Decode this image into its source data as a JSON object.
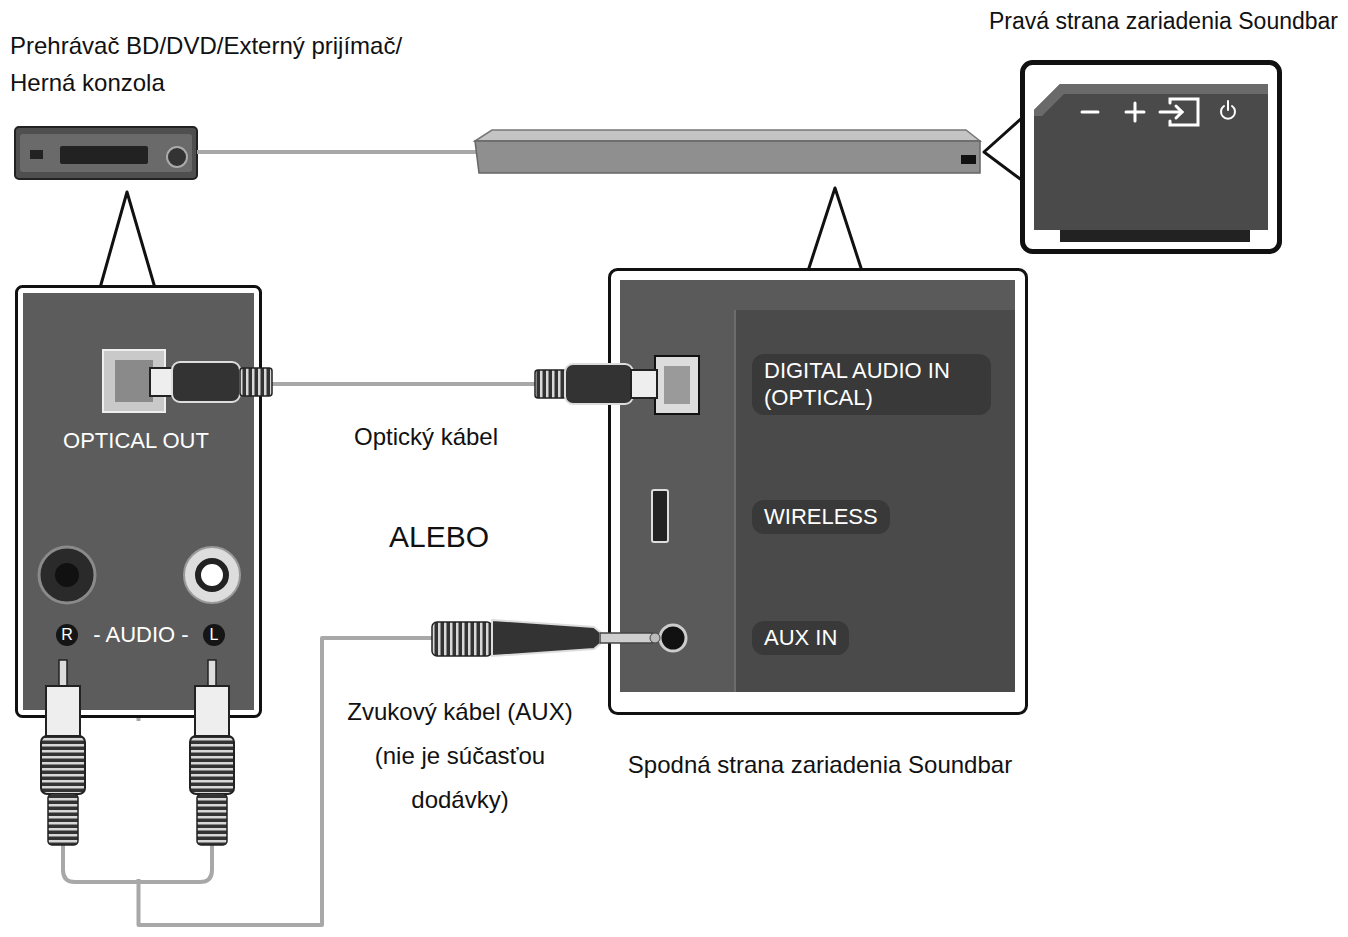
{
  "diagram": {
    "nodes": [
      {
        "text": [
          "OPTICAL OUT",
          "R",
          "- AUDIO -",
          "L"
        ]
      },
      {
        "text": [
          "Spodná strana zariadenia Soundbar"
        ]
      },
      {
        "text": [
          "DIGITAL AUDIO IN (OPTICAL)"
        ],
        "in": 1
      },
      {
        "text": [
          "WIRELESS"
        ],
        "in": 1
      },
      {
        "text": [
          "AUX IN"
        ],
        "in": 1
      },
      {
        "text": [
          "Pravá strana zariadenia Soundbar"
        ]
      }
    ],
    "edges": [
      {
        "from": 0,
        "to": 2,
        "arrow": "none",
        "label": "Optický kábel"
      },
      {
        "from": 0,
        "to": 4,
        "arrow": "none",
        "label": "Zvukový kábel (AUX) (nie je súčasťou dodávky)"
      }
    ],
    "labels": [
      "Prehrávač BD/DVD/Externý prijímač/ Herná konzola",
      "ALEBO"
    ]
  }
}
